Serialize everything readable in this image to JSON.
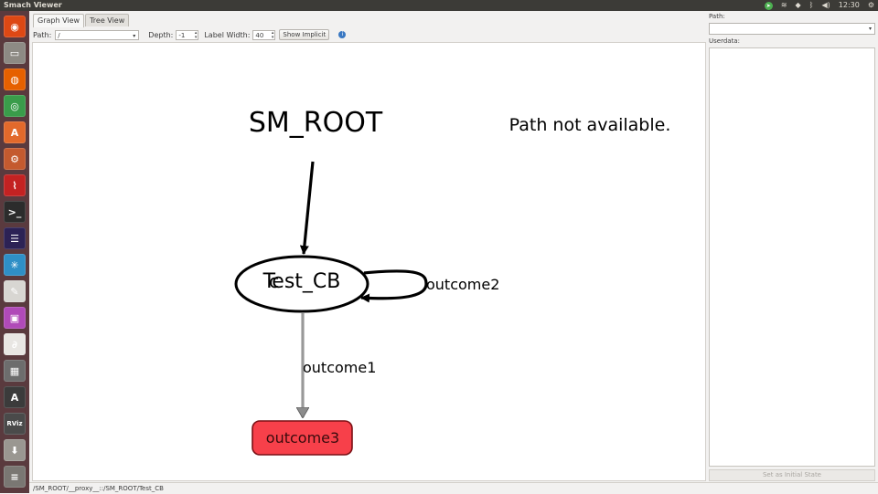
{
  "window": {
    "title": "Smach Viewer"
  },
  "tray": {
    "time": "12:30"
  },
  "launcher": [
    {
      "name": "ubuntu-icon",
      "bg": "#dd4814",
      "glyph": "◉"
    },
    {
      "name": "files-icon",
      "bg": "#8d8a84",
      "glyph": "▭"
    },
    {
      "name": "firefox-icon",
      "bg": "#e66000",
      "glyph": "◍"
    },
    {
      "name": "chrome-icon",
      "bg": "#3a9c4a",
      "glyph": "◎"
    },
    {
      "name": "software-center-icon",
      "bg": "#e2692b",
      "glyph": "A"
    },
    {
      "name": "settings-icon",
      "bg": "#c45a2f",
      "glyph": "⚙"
    },
    {
      "name": "pdf-reader-icon",
      "bg": "#c32222",
      "glyph": "⌇"
    },
    {
      "name": "terminal-icon",
      "bg": "#2c2c2c",
      "glyph": ">_"
    },
    {
      "name": "eclipse-icon",
      "bg": "#2c2255",
      "glyph": "☰"
    },
    {
      "name": "network-icon",
      "bg": "#2f8fc6",
      "glyph": "✳"
    },
    {
      "name": "text-editor-icon",
      "bg": "#d8d6d2",
      "glyph": "✎"
    },
    {
      "name": "remote-desktop-icon",
      "bg": "#b04ab8",
      "glyph": "▣"
    },
    {
      "name": "ros-icon",
      "bg": "#e8e6e3",
      "glyph": "∂"
    },
    {
      "name": "calculator-icon",
      "bg": "#6d6d6d",
      "glyph": "▦"
    },
    {
      "name": "android-icon",
      "bg": "#3b3b3b",
      "glyph": "A"
    },
    {
      "name": "rviz-icon",
      "bg": "#4a4a4a",
      "glyph": "RViz"
    },
    {
      "name": "updates-icon",
      "bg": "#9a9791",
      "glyph": "⬇"
    },
    {
      "name": "workspaces-icon",
      "bg": "#7a7773",
      "glyph": "≡"
    }
  ],
  "tabs": [
    {
      "label": "Graph View",
      "active": true
    },
    {
      "label": "Tree View",
      "active": false
    }
  ],
  "toolbar": {
    "path_label": "Path:",
    "path_value": "/",
    "depth_label": "Depth:",
    "depth_value": "-1",
    "label_width_label": "Label Width:",
    "label_width_value": "40",
    "show_implicit_label": "Show Implicit"
  },
  "graph": {
    "root_label": "SM_ROOT",
    "message": "Path not available.",
    "state_label": "Test_CB",
    "loop_edge_label": "outcome2",
    "down_edge_label": "outcome1",
    "outcome_label": "outcome3",
    "outcome_fill": "#f7404a"
  },
  "right_panel": {
    "path_label": "Path:",
    "path_value": "",
    "userdata_label": "Userdata:",
    "set_initial_label": "Set as Initial State"
  },
  "status": {
    "text": "/SM_ROOT/__proxy__::/SM_ROOT/Test_CB"
  }
}
